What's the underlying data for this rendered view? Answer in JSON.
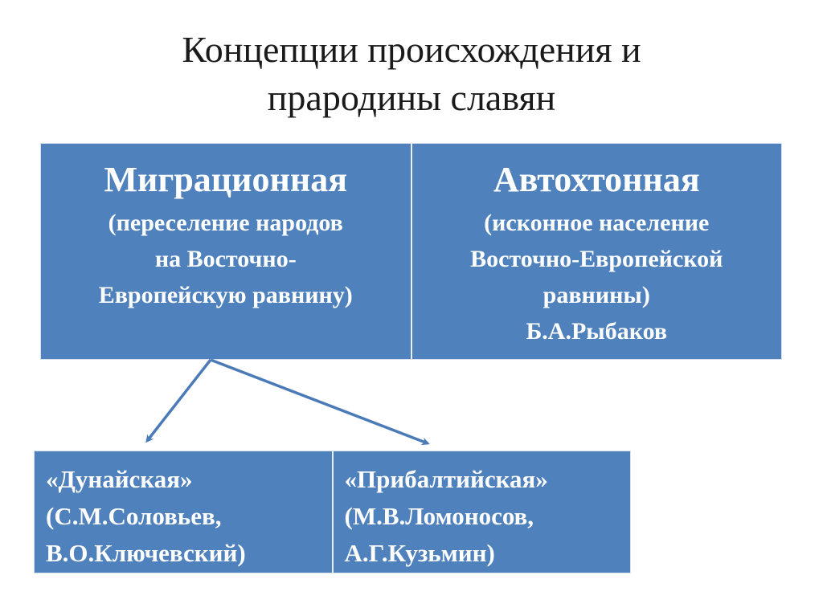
{
  "title": {
    "line1": "Концепции происхождения и",
    "line2": "прародины славян"
  },
  "concepts": [
    {
      "name": "Миграционная",
      "description": "(переселение народов\nна Восточно-\nЕвропейскую равнину)"
    },
    {
      "name": "Автохтонная",
      "description": "(исконное население\nВосточно-Европейской\nравнины)",
      "author": "Б.А.Рыбаков"
    }
  ],
  "migration_variants": [
    {
      "text": "«Дунайская»\n(С.М.Соловьев,\nВ.О.Ключевский)"
    },
    {
      "text": "«Прибалтийская»\n(М.В.Ломоносов,\nА.Г.Кузьмин)"
    }
  ],
  "colors": {
    "cell_fill": "#4f81bd",
    "arrow": "#4a7ab8",
    "text_on_fill": "#ffffff"
  }
}
